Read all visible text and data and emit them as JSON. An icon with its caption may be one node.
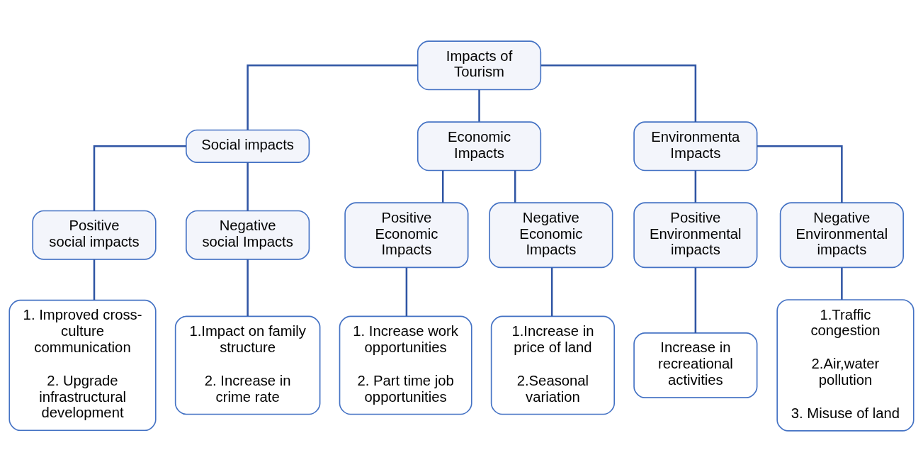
{
  "diagram": {
    "nodes": [
      {
        "text": [
          "Impacts of Tourism"
        ]
      },
      {
        "text": [
          "Social impacts"
        ]
      },
      {
        "text": [
          "Economic Impacts"
        ]
      },
      {
        "text": [
          "Environmenta Impacts"
        ]
      },
      {
        "text": [
          "Positive social impacts"
        ]
      },
      {
        "text": [
          "Negative social Impacts"
        ]
      },
      {
        "text": [
          "Positive Economic Impacts"
        ]
      },
      {
        "text": [
          "Negative Economic Impacts"
        ]
      },
      {
        "text": [
          "Positive Environmental impacts"
        ]
      },
      {
        "text": [
          "Negative Environmental impacts"
        ]
      },
      {
        "text": [
          "1. Improved cross-culture communication",
          "2. Upgrade infrastructural development"
        ]
      },
      {
        "text": [
          "1.Impact on family structure",
          "2. Increase in crime rate"
        ]
      },
      {
        "text": [
          "1. Increase work opportunities",
          "2. Part time job opportunities"
        ]
      },
      {
        "text": [
          "1.Increase in price of land",
          "2.Seasonal variation"
        ]
      },
      {
        "text": [
          "Increase in recreational activities"
        ]
      },
      {
        "text": [
          "1.Traffic congestion",
          "2.Air,water pollution",
          "3. Misuse of land"
        ]
      }
    ],
    "edges": [
      {
        "from": 0,
        "to": 1,
        "arrow": "none"
      },
      {
        "from": 0,
        "to": 2,
        "arrow": "none"
      },
      {
        "from": 0,
        "to": 3,
        "arrow": "none"
      },
      {
        "from": 1,
        "to": 4,
        "arrow": "none"
      },
      {
        "from": 1,
        "to": 5,
        "arrow": "none"
      },
      {
        "from": 2,
        "to": 6,
        "arrow": "none"
      },
      {
        "from": 2,
        "to": 7,
        "arrow": "none"
      },
      {
        "from": 3,
        "to": 8,
        "arrow": "none"
      },
      {
        "from": 3,
        "to": 9,
        "arrow": "none"
      },
      {
        "from": 4,
        "to": 10,
        "arrow": "none"
      },
      {
        "from": 5,
        "to": 11,
        "arrow": "none"
      },
      {
        "from": 6,
        "to": 12,
        "arrow": "none"
      },
      {
        "from": 7,
        "to": 13,
        "arrow": "none"
      },
      {
        "from": 8,
        "to": 14,
        "arrow": "none"
      },
      {
        "from": 9,
        "to": 15,
        "arrow": "none"
      }
    ]
  }
}
